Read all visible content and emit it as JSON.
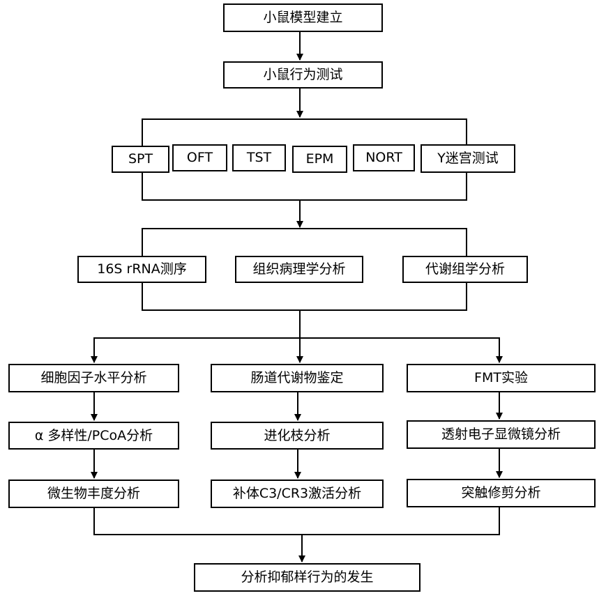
{
  "nodes": {
    "model": "小鼠模型建立",
    "behavior": "小鼠行为测试",
    "tests": [
      "SPT",
      "OFT",
      "TST",
      "EPM",
      "NORT",
      "Y迷宫测试"
    ],
    "analyses": [
      "16S rRNA测序",
      "组织病理学分析",
      "代谢组学分析"
    ],
    "col1": [
      "细胞因子水平分析",
      "α 多样性/PCoA分析",
      "微生物丰度分析"
    ],
    "col2": [
      "肠道代谢物鉴定",
      "进化枝分析",
      "补体C3/CR3激活分析"
    ],
    "col3": [
      "FMT实验",
      "透射电子显微镜分析",
      "突触修剪分析"
    ],
    "final": "分析抑郁样行为的发生"
  },
  "colors": {
    "line": "#000000",
    "box_border": "#000000",
    "background": "#ffffff"
  }
}
